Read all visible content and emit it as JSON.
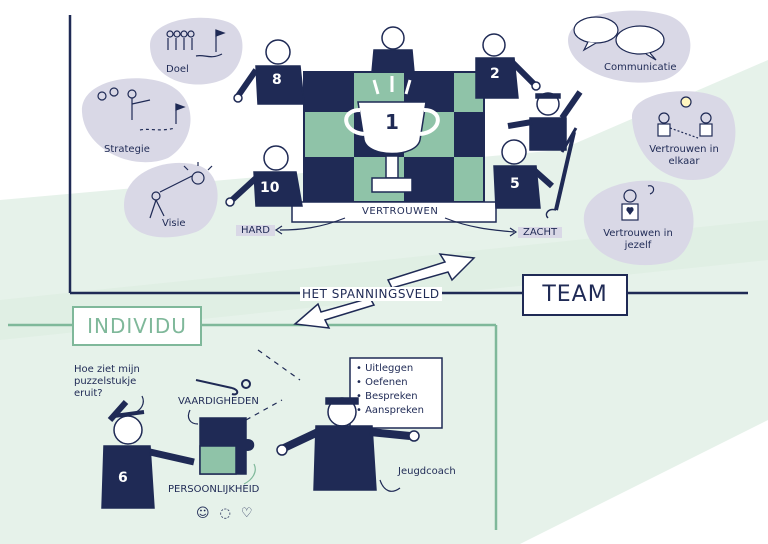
{
  "colors": {
    "navy": "#1f2a55",
    "green": "#7fb89a",
    "light_green": "#e6f2ea",
    "lavender": "#d9d8e6",
    "puzzle_green": "#8fc3a8"
  },
  "team": {
    "title": "TEAM",
    "foundation": "VERTROUWEN",
    "hard": "HARD",
    "zacht": "ZACHT",
    "trophy_number": "1",
    "player_numbers": [
      "8",
      "2",
      "10",
      "5"
    ],
    "bubbles_left": [
      "Doel",
      "Strategie",
      "Visie"
    ],
    "bubbles_right": [
      "Communicatie",
      "Vertrouwen in elkaar",
      "Vertrouwen in jezelf"
    ]
  },
  "center": {
    "label": "HET SPANNINGSVELD"
  },
  "individu": {
    "title": "INDIVIDU",
    "question": "Hoe ziet mijn puzzelstukje eruit?",
    "skills": "VAARDIGHEDEN",
    "personality": "PERSOONLIJKHEID",
    "player_number": "6",
    "coach_label": "Jeugdcoach",
    "coach_tasks": [
      "Uitleggen",
      "Oefenen",
      "Bespreken",
      "Aanspreken"
    ],
    "emoticons": [
      "smile-icon",
      "speech-icon",
      "heart-icon"
    ]
  }
}
